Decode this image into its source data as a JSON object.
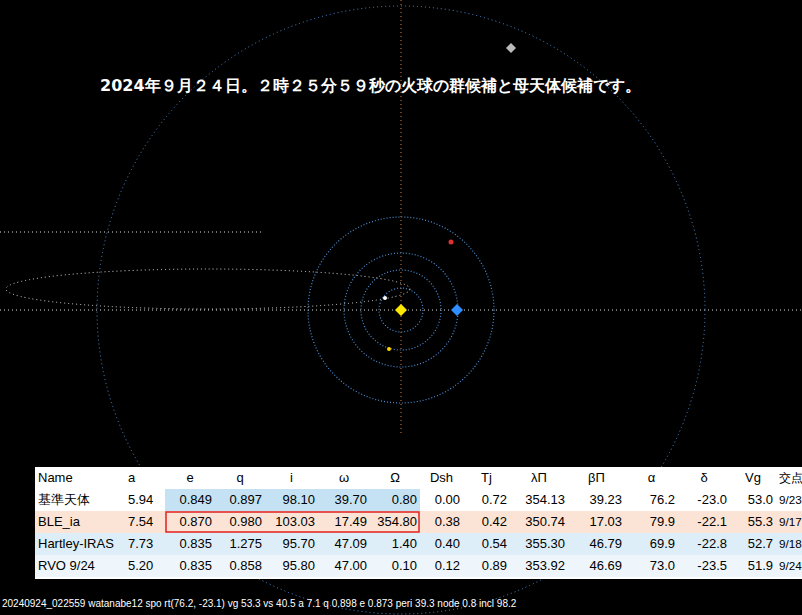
{
  "diagram": {
    "title": "2024年９月２４日。２時２５分５９秒の火球の群候補と母天体候補です。",
    "caption": "20240924_022559 watanabe12 spo rt(76.2, -23.1) vg 53.3 vs 40.5 a 7.1 q 0.898 e 0.873 peri 39.3 node 0.8 incl 98.2",
    "labels": [
      "Name",
      "a",
      "e",
      "q",
      "i",
      "ω",
      "Ω",
      "Dsh",
      "Tj",
      "λΠ",
      "βΠ",
      "α",
      "δ",
      "Vg",
      "交点",
      "基準天体",
      "5.94",
      "0.849",
      "0.897",
      "98.10",
      "39.70",
      "0.80",
      "0.00",
      "0.72",
      "354.13",
      "39.23",
      "76.2",
      "-23.0",
      "53.0",
      "9/23",
      "BLE_ia",
      "7.54",
      "0.870",
      "0.980",
      "103.03",
      "17.49",
      "354.80",
      "0.38",
      "0.42",
      "350.74",
      "17.03",
      "79.9",
      "-22.1",
      "55.3",
      "9/17",
      "Hartley-IRAS",
      "7.73",
      "0.835",
      "1.275",
      "95.70",
      "47.09",
      "1.40",
      "0.40",
      "0.54",
      "355.30",
      "46.79",
      "69.9",
      "-22.8",
      "52.7",
      "9/18",
      "RVO 9/24",
      "5.20",
      "0.835",
      "0.858",
      "95.80",
      "47.00",
      "0.10",
      "0.12",
      "0.89",
      "353.92",
      "46.69",
      "73.0",
      "-23.5",
      "51.9",
      "9/24"
    ]
  }
}
